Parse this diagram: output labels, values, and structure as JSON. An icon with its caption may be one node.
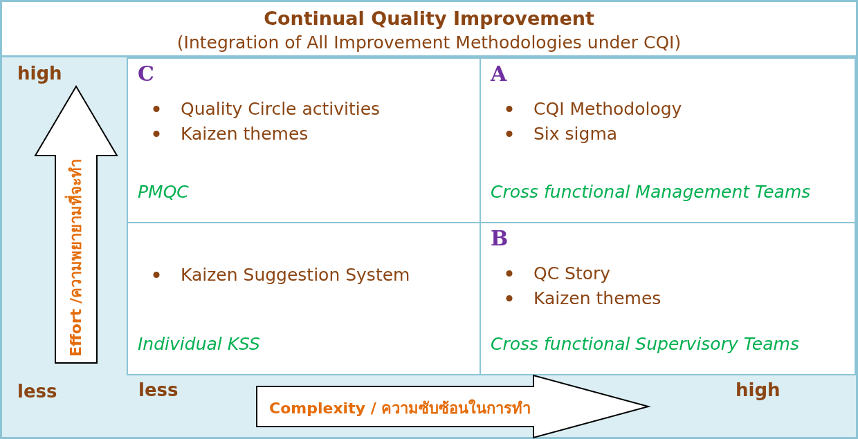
{
  "diagram": {
    "title": "Continual Quality Improvement",
    "nodes": [
      {
        "text": [
          "C",
          "Quality Circle activities",
          "Kaizen themes",
          "PMQC"
        ]
      },
      {
        "text": [
          "A",
          "CQI Methodology",
          "Six sigma",
          "Cross functional Management Teams"
        ]
      },
      {
        "text": [
          "Kaizen Suggestion System",
          "Individual KSS"
        ]
      },
      {
        "text": [
          "B",
          "QC Story",
          "Kaizen themes",
          "Cross functional Supervisory Teams"
        ]
      },
      {
        "text": [
          "Effort /ความพยายามที่จะทำ"
        ]
      },
      {
        "text": [
          "Complexity / ความซับซ้อนในการทำ"
        ]
      }
    ],
    "labels": [
      "(Integration of All Improvement Methodologies under CQI)",
      "high",
      "less",
      "less",
      "high"
    ]
  }
}
